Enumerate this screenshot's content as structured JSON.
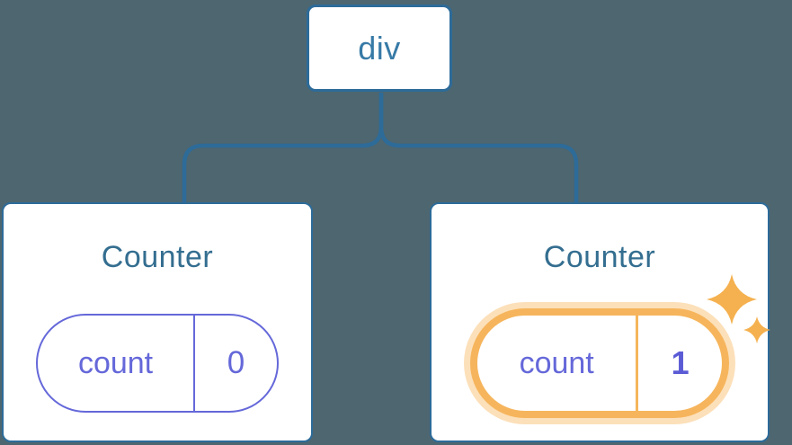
{
  "diagram": {
    "description": "React component tree with state",
    "root": {
      "label": "div"
    },
    "children": [
      {
        "title": "Counter",
        "state": {
          "key": "count",
          "value": "0"
        },
        "highlighted": false
      },
      {
        "title": "Counter",
        "state": {
          "key": "count",
          "value": "1"
        },
        "highlighted": true,
        "badge_icons": [
          "sparkle-icon",
          "sparkle-icon"
        ]
      }
    ],
    "colors": {
      "background": "#4d6670",
      "node_border_blue": "#2d6b99",
      "node_label_blue": "#377aa6",
      "component_title_blue": "#346e90",
      "state_purple": "#6568d9",
      "state_value_bold_purple": "#5b5bd6",
      "highlight_orange": "#f6b55c",
      "highlight_halo": "#fce0ba",
      "card_background": "#ffffff"
    }
  }
}
